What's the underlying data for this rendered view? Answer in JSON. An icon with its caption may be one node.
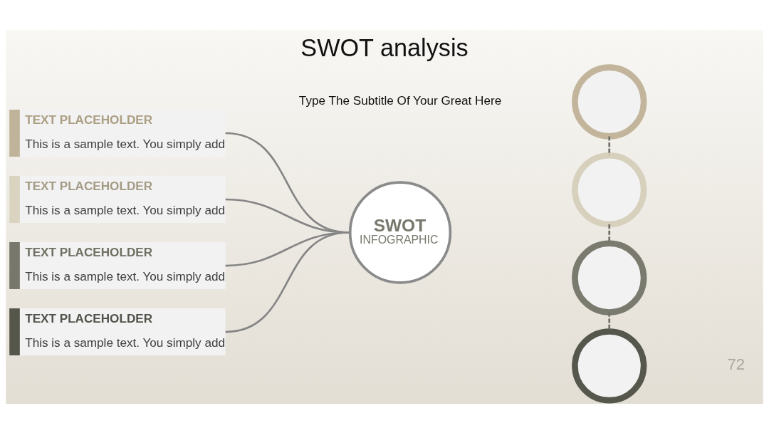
{
  "diagram": {
    "title": "SWOT analysis",
    "nodes": [
      {
        "text": [
          "TEXT PLACEHOLDER",
          "This is a sample text. You simply add"
        ]
      },
      {
        "text": [
          "TEXT PLACEHOLDER",
          "This is a sample text. You simply add"
        ]
      },
      {
        "text": [
          "TEXT PLACEHOLDER",
          "This is a sample text. You simply add"
        ]
      },
      {
        "text": [
          "TEXT PLACEHOLDER",
          "This is a sample text. You simply add"
        ]
      },
      {
        "text": [
          "SWOT",
          "INFOGRAPHIC"
        ]
      },
      {
        "text": [],
        "shape": "circle"
      },
      {
        "text": [],
        "shape": "circle"
      },
      {
        "text": [],
        "shape": "circle"
      },
      {
        "text": [],
        "shape": "circle"
      }
    ],
    "edges": [
      {
        "from": 0,
        "to": 4,
        "arrow": "none"
      },
      {
        "from": 1,
        "to": 4,
        "arrow": "none"
      },
      {
        "from": 2,
        "to": 4,
        "arrow": "none"
      },
      {
        "from": 3,
        "to": 4,
        "arrow": "none"
      },
      {
        "from": 5,
        "to": 6,
        "arrow": "none",
        "style": "dashed"
      },
      {
        "from": 6,
        "to": 7,
        "arrow": "none",
        "style": "dashed"
      },
      {
        "from": 7,
        "to": 8,
        "arrow": "none",
        "style": "dashed"
      }
    ],
    "labels": [
      "Type The Subtitle Of Your Great Here",
      "72"
    ]
  }
}
